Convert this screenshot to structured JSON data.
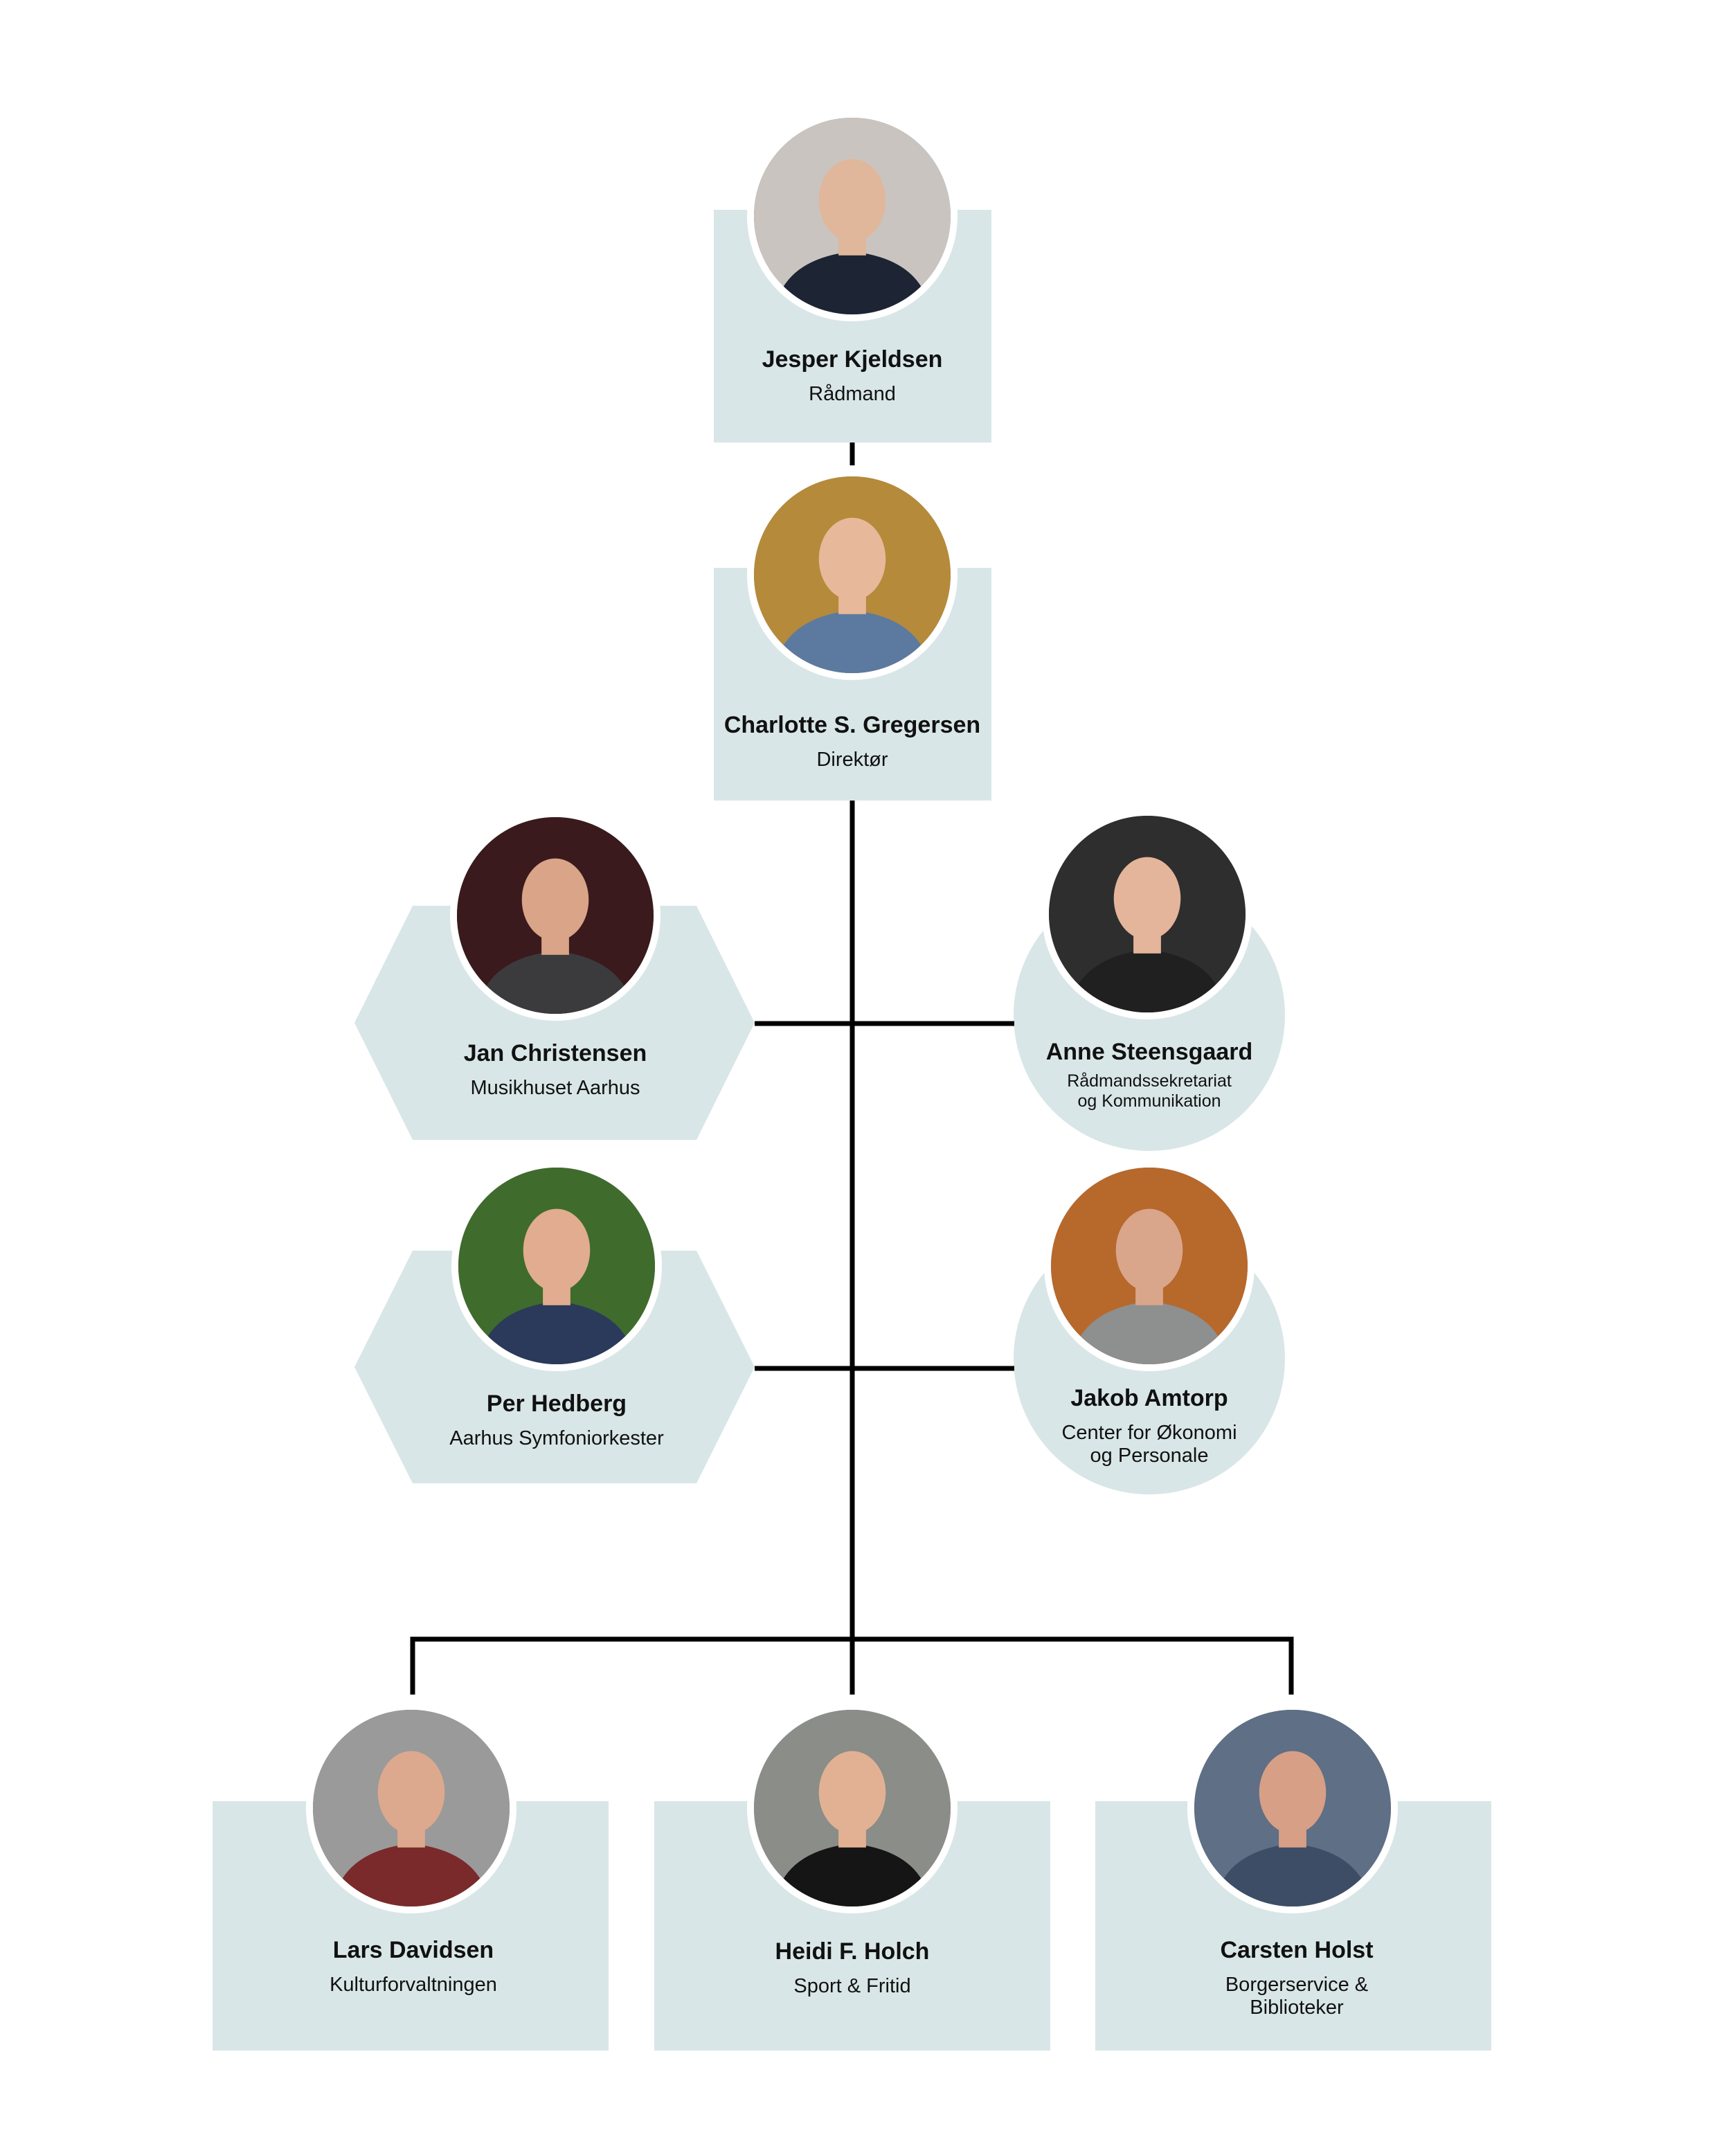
{
  "colors": {
    "card": "#d9e6e7",
    "line": "#000000"
  },
  "people": [
    {
      "name": "Jesper Kjeldsen",
      "title": [
        "Rådmand"
      ]
    },
    {
      "name": "Charlotte S. Gregersen",
      "title": [
        "Direktør"
      ]
    },
    {
      "name": "Jan Christensen",
      "title": [
        "Musikhuset Aarhus"
      ]
    },
    {
      "name": "Anne Steensgaard",
      "title": [
        "Rådmandssekretariat",
        "og Kommunikation"
      ]
    },
    {
      "name": "Per Hedberg",
      "title": [
        "Aarhus Symfoniorkester"
      ]
    },
    {
      "name": "Jakob Amtorp",
      "title": [
        "Center for Økonomi",
        "og Personale"
      ]
    },
    {
      "name": "Lars Davidsen",
      "title": [
        "Kulturforvaltningen"
      ]
    },
    {
      "name": "Heidi F. Holch",
      "title": [
        "Sport & Fritid"
      ]
    },
    {
      "name": "Carsten Holst",
      "title": [
        "Borgerservice &",
        "Biblioteker"
      ]
    }
  ]
}
